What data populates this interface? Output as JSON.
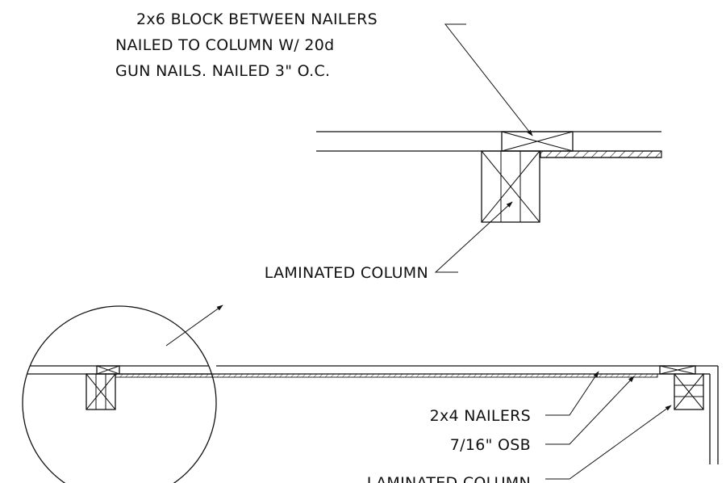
{
  "colors": {
    "line": "#111111",
    "background": "#ffffff"
  },
  "callouts": {
    "block": {
      "lines": [
        "2x6 BLOCK BETWEEN NAILERS",
        "NAILED TO COLUMN W/ 20d",
        "GUN NAILS. NAILED 3\" O.C."
      ]
    },
    "laminated_column_detail": "LAMINATED COLUMN",
    "nailers": "2x4 NAILERS",
    "osb": "7/16\" OSB",
    "laminated_column_plan": "LAMINATED COLUMN"
  }
}
